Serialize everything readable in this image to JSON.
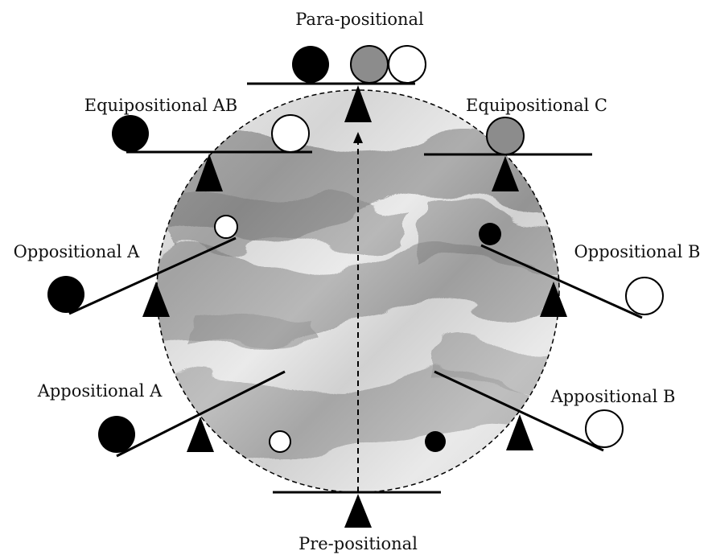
{
  "labels": {
    "para_positional": "Para-positional",
    "equipositional_ab": "Equipositional AB",
    "equipositional_c": "Equipositional C",
    "oppositional_a": "Oppositional A",
    "oppositional_b": "Oppositional B",
    "appositional_a": "Appositional A",
    "appositional_b": "Appositional B",
    "pre_positional": "Pre-positional"
  },
  "colors": {
    "ball_black": "#000000",
    "ball_gray": "#8c8c8c",
    "ball_white": "#ffffff",
    "line": "#000000",
    "circle_fill_light": "#e6e6e6",
    "circle_fill_mid": "#9a9a9a"
  }
}
